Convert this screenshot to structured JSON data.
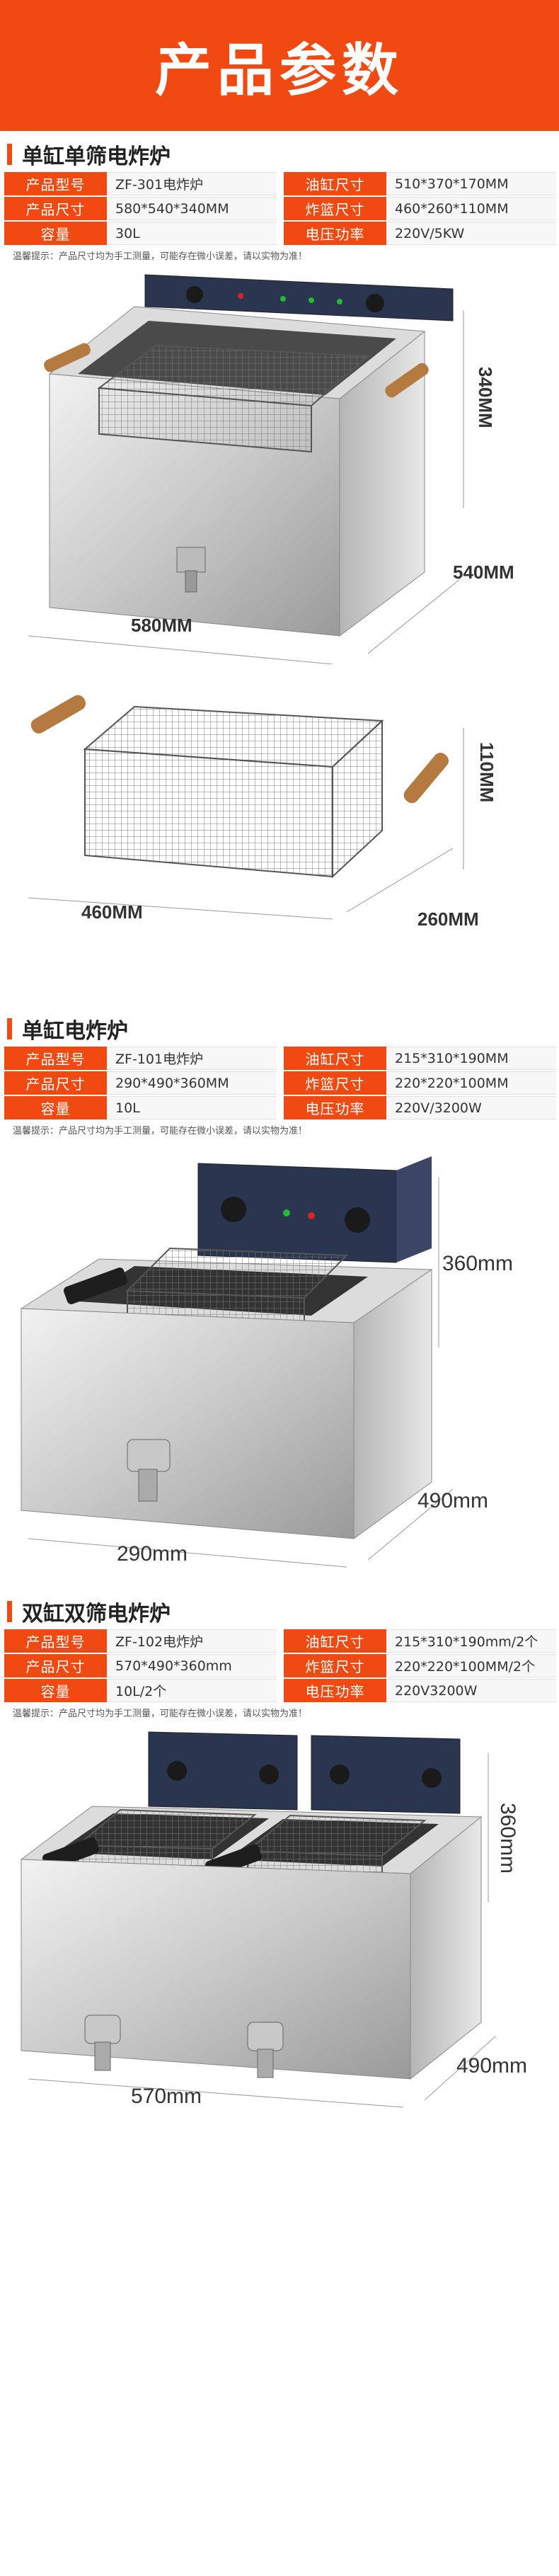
{
  "banner": {
    "title": "产品参数"
  },
  "sections": [
    {
      "title": "单缸单筛电炸炉",
      "rows": [
        {
          "l1": "产品型号",
          "v1": "ZF-301电炸炉",
          "l2": "油缸尺寸",
          "v2": "510*370*170MM"
        },
        {
          "l1": "产品尺寸",
          "v1": "580*540*340MM",
          "l2": "炸篮尺寸",
          "v2": "460*260*110MM"
        },
        {
          "l1": "容量",
          "v1": "30L",
          "l2": "电压功率",
          "v2": "220V/5KW"
        }
      ],
      "notice": "温馨提示：产品尺寸均为手工测量，可能存在微小误差，请以实物为准！",
      "fryer_dims": {
        "height": "340MM",
        "depth": "540MM",
        "width": "580MM"
      },
      "basket_dims": {
        "height": "110MM",
        "depth": "260MM",
        "width": "460MM"
      }
    },
    {
      "title": "单缸电炸炉",
      "rows": [
        {
          "l1": "产品型号",
          "v1": "ZF-101电炸炉",
          "l2": "油缸尺寸",
          "v2": "215*310*190MM"
        },
        {
          "l1": "产品尺寸",
          "v1": "290*490*360MM",
          "l2": "炸篮尺寸",
          "v2": "220*220*100MM"
        },
        {
          "l1": "容量",
          "v1": "10L",
          "l2": "电压功率",
          "v2": "220V/3200W"
        }
      ],
      "notice": "温馨提示：产品尺寸均为手工测量，可能存在微小误差，请以实物为准！",
      "fryer_dims": {
        "height": "360mm",
        "depth": "490mm",
        "width": "290mm"
      }
    },
    {
      "title": "双缸双筛电炸炉",
      "rows": [
        {
          "l1": "产品型号",
          "v1": "ZF-102电炸炉",
          "l2": "油缸尺寸",
          "v2": "215*310*190mm/2个"
        },
        {
          "l1": "产品尺寸",
          "v1": "570*490*360mm",
          "l2": "炸篮尺寸",
          "v2": "220*220*100MM/2个"
        },
        {
          "l1": "容量",
          "v1": "10L/2个",
          "l2": "电压功率",
          "v2": "220V3200W"
        }
      ],
      "notice": "温馨提示：产品尺寸均为手工测量，可能存在微小误差，请以实物为准！",
      "fryer_dims": {
        "height": "360mm",
        "depth": "490mm",
        "width": "570mm"
      }
    }
  ]
}
